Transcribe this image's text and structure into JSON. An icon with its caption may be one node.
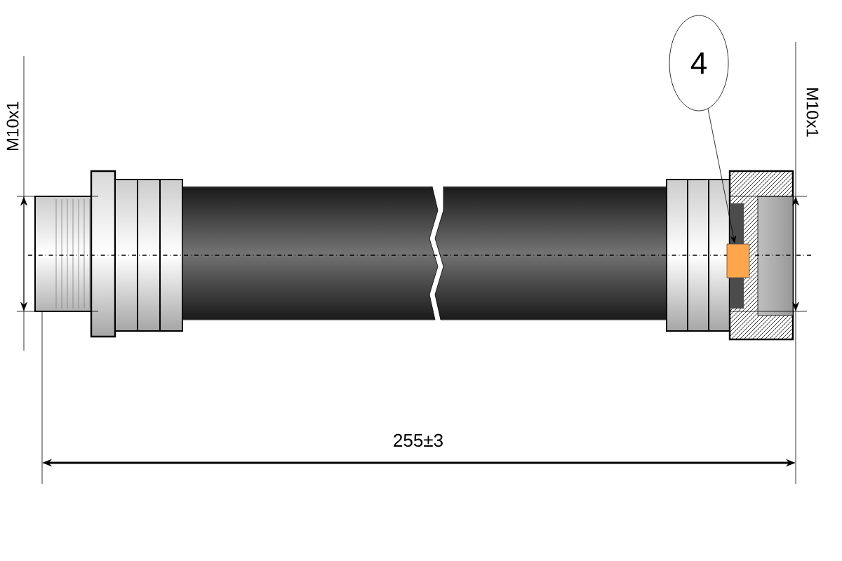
{
  "diagram": {
    "nodes": [
      {
        "text": [
          "4"
        ]
      },
      {
        "text": [],
        "shape": "box"
      }
    ],
    "edges": [
      {
        "from": 0,
        "to": 1,
        "arrow": "to"
      }
    ],
    "labels": [
      "M10x1",
      "M10x1",
      "255±3"
    ]
  }
}
